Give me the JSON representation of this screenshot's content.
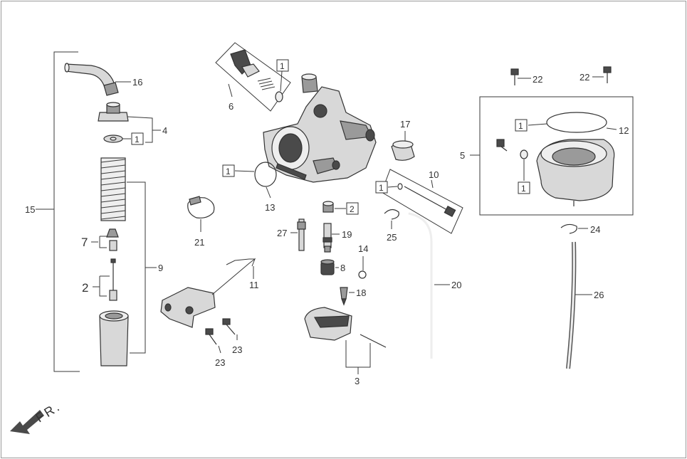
{
  "callouts": {
    "c1": "1",
    "c2": "2",
    "c3": "3",
    "c4": "4",
    "c5": "5",
    "c6": "6",
    "c7": "7",
    "c8": "8",
    "c9": "9",
    "c10": "10",
    "c11": "11",
    "c12": "12",
    "c13": "13",
    "c14": "14",
    "c15": "15",
    "c16": "16",
    "c17": "17",
    "c18": "18",
    "c19": "19",
    "c20": "20",
    "c21": "21",
    "c22": "22",
    "c23": "23",
    "c24": "24",
    "c25": "25",
    "c26": "26",
    "c27": "27"
  },
  "front_label": "FR.",
  "colors": {
    "line": "#333333",
    "frame": "#9a9a9a",
    "part_dark": "#4a4a4a",
    "part_light": "#d8d8d8"
  }
}
